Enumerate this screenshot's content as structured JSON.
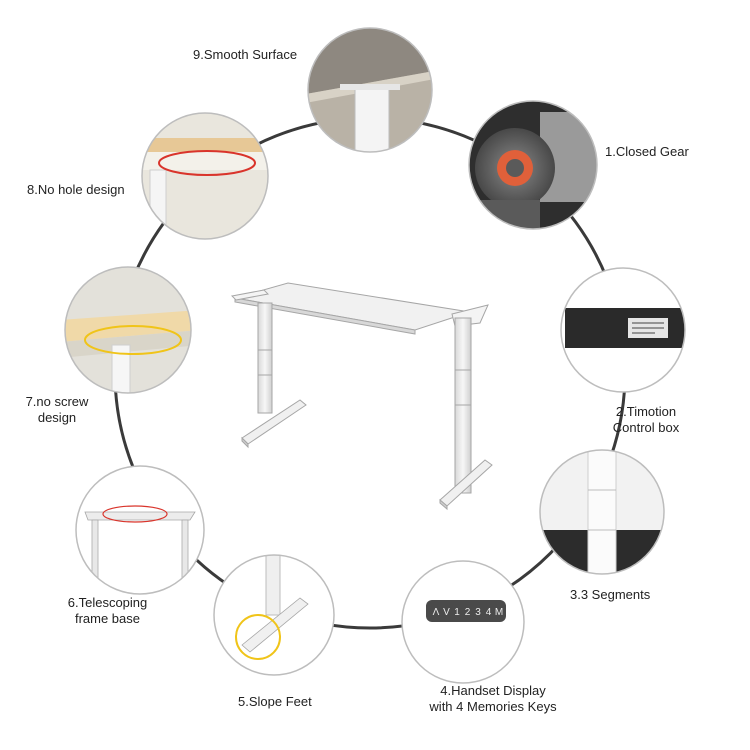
{
  "features": [
    {
      "id": "smooth-surface",
      "label": [
        "9.Smooth Surface"
      ]
    },
    {
      "id": "closed-gear",
      "label": [
        "1.Closed Gear"
      ]
    },
    {
      "id": "no-hole",
      "label": [
        "8.No hole design"
      ]
    },
    {
      "id": "control-box",
      "label": [
        "2.Timotion",
        "Control box"
      ]
    },
    {
      "id": "no-screw",
      "label": [
        "7.no screw",
        "design"
      ]
    },
    {
      "id": "segments",
      "label": [
        "3.3 Segments"
      ]
    },
    {
      "id": "telescoping",
      "label": [
        "6.Telescoping",
        "frame base"
      ]
    },
    {
      "id": "slope-feet",
      "label": [
        "5.Slope Feet"
      ]
    },
    {
      "id": "handset",
      "label": [
        "4.Handset Display",
        "with 4 Memories Keys"
      ]
    }
  ],
  "handset_keys": [
    "Λ",
    "V",
    "1",
    "2",
    "3",
    "4",
    "M"
  ],
  "colors": {
    "ring": "#3a3a3a",
    "highlight_red": "#d9342b",
    "highlight_yellow": "#f0c419",
    "frame": "#e9e9e9",
    "frame_edge": "#9a9a9a",
    "wood": "#efe6cf"
  }
}
